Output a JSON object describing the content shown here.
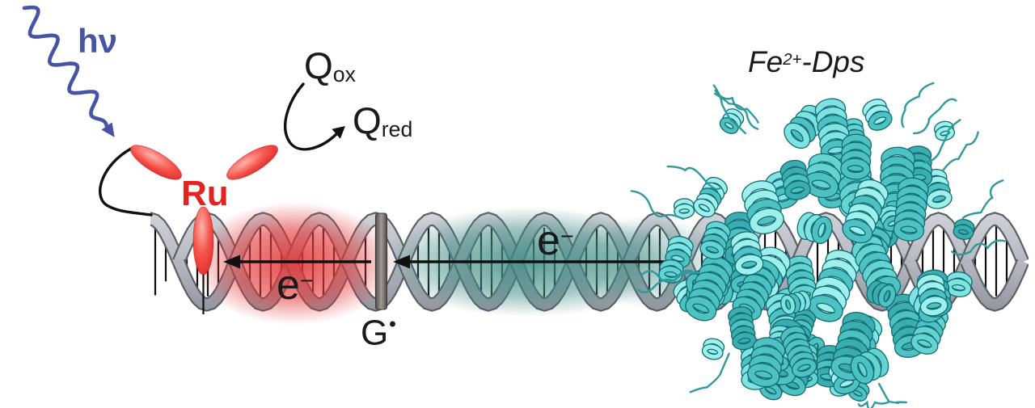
{
  "background": "#ffffff",
  "labels": {
    "photon": "hν",
    "quencher_ox": {
      "base": "Q",
      "sub": "ox"
    },
    "quencher_red": {
      "base": "Q",
      "sub": "red"
    },
    "ruthenium": "Ru",
    "electron_hop_red": {
      "base": "e",
      "sup": "−"
    },
    "electron_hop_teal": {
      "base": "e",
      "sup": "−"
    },
    "guanine_radical": {
      "base": "G",
      "sup": "•"
    },
    "protein": {
      "pre": "Fe",
      "sup": "2+",
      "post": "-Dps"
    }
  },
  "colors": {
    "photon_blue": "#4753a4",
    "ruthenium_red": "#e32222",
    "ligand_red_bright": "#ffb3ab",
    "ligand_red_mid": "#f4534b",
    "ligand_red_deep": "#d92020",
    "dna_ribbon_light": "#d2d5db",
    "dna_ribbon_mid": "#b9bcc4",
    "dna_ribbon_dark": "#8e919a",
    "dna_ribbon_edge": "#5d5f67",
    "base_pair_black": "#0f0f0f",
    "glow_red": "#e23535",
    "glow_teal": "#3d8a84",
    "g_site_dark": "#4e4a47",
    "g_site_mid": "#8a8480",
    "g_site_light": "#a09a93",
    "arrow_black": "#111111",
    "protein_palette": [
      "#9df0ec",
      "#7fe4e1",
      "#63d4d2",
      "#4cc2c2",
      "#3aadb0"
    ],
    "protein_outline": "#156a72",
    "protein_loop": "#2d9a9e",
    "text_black": "#1a1a1a"
  }
}
